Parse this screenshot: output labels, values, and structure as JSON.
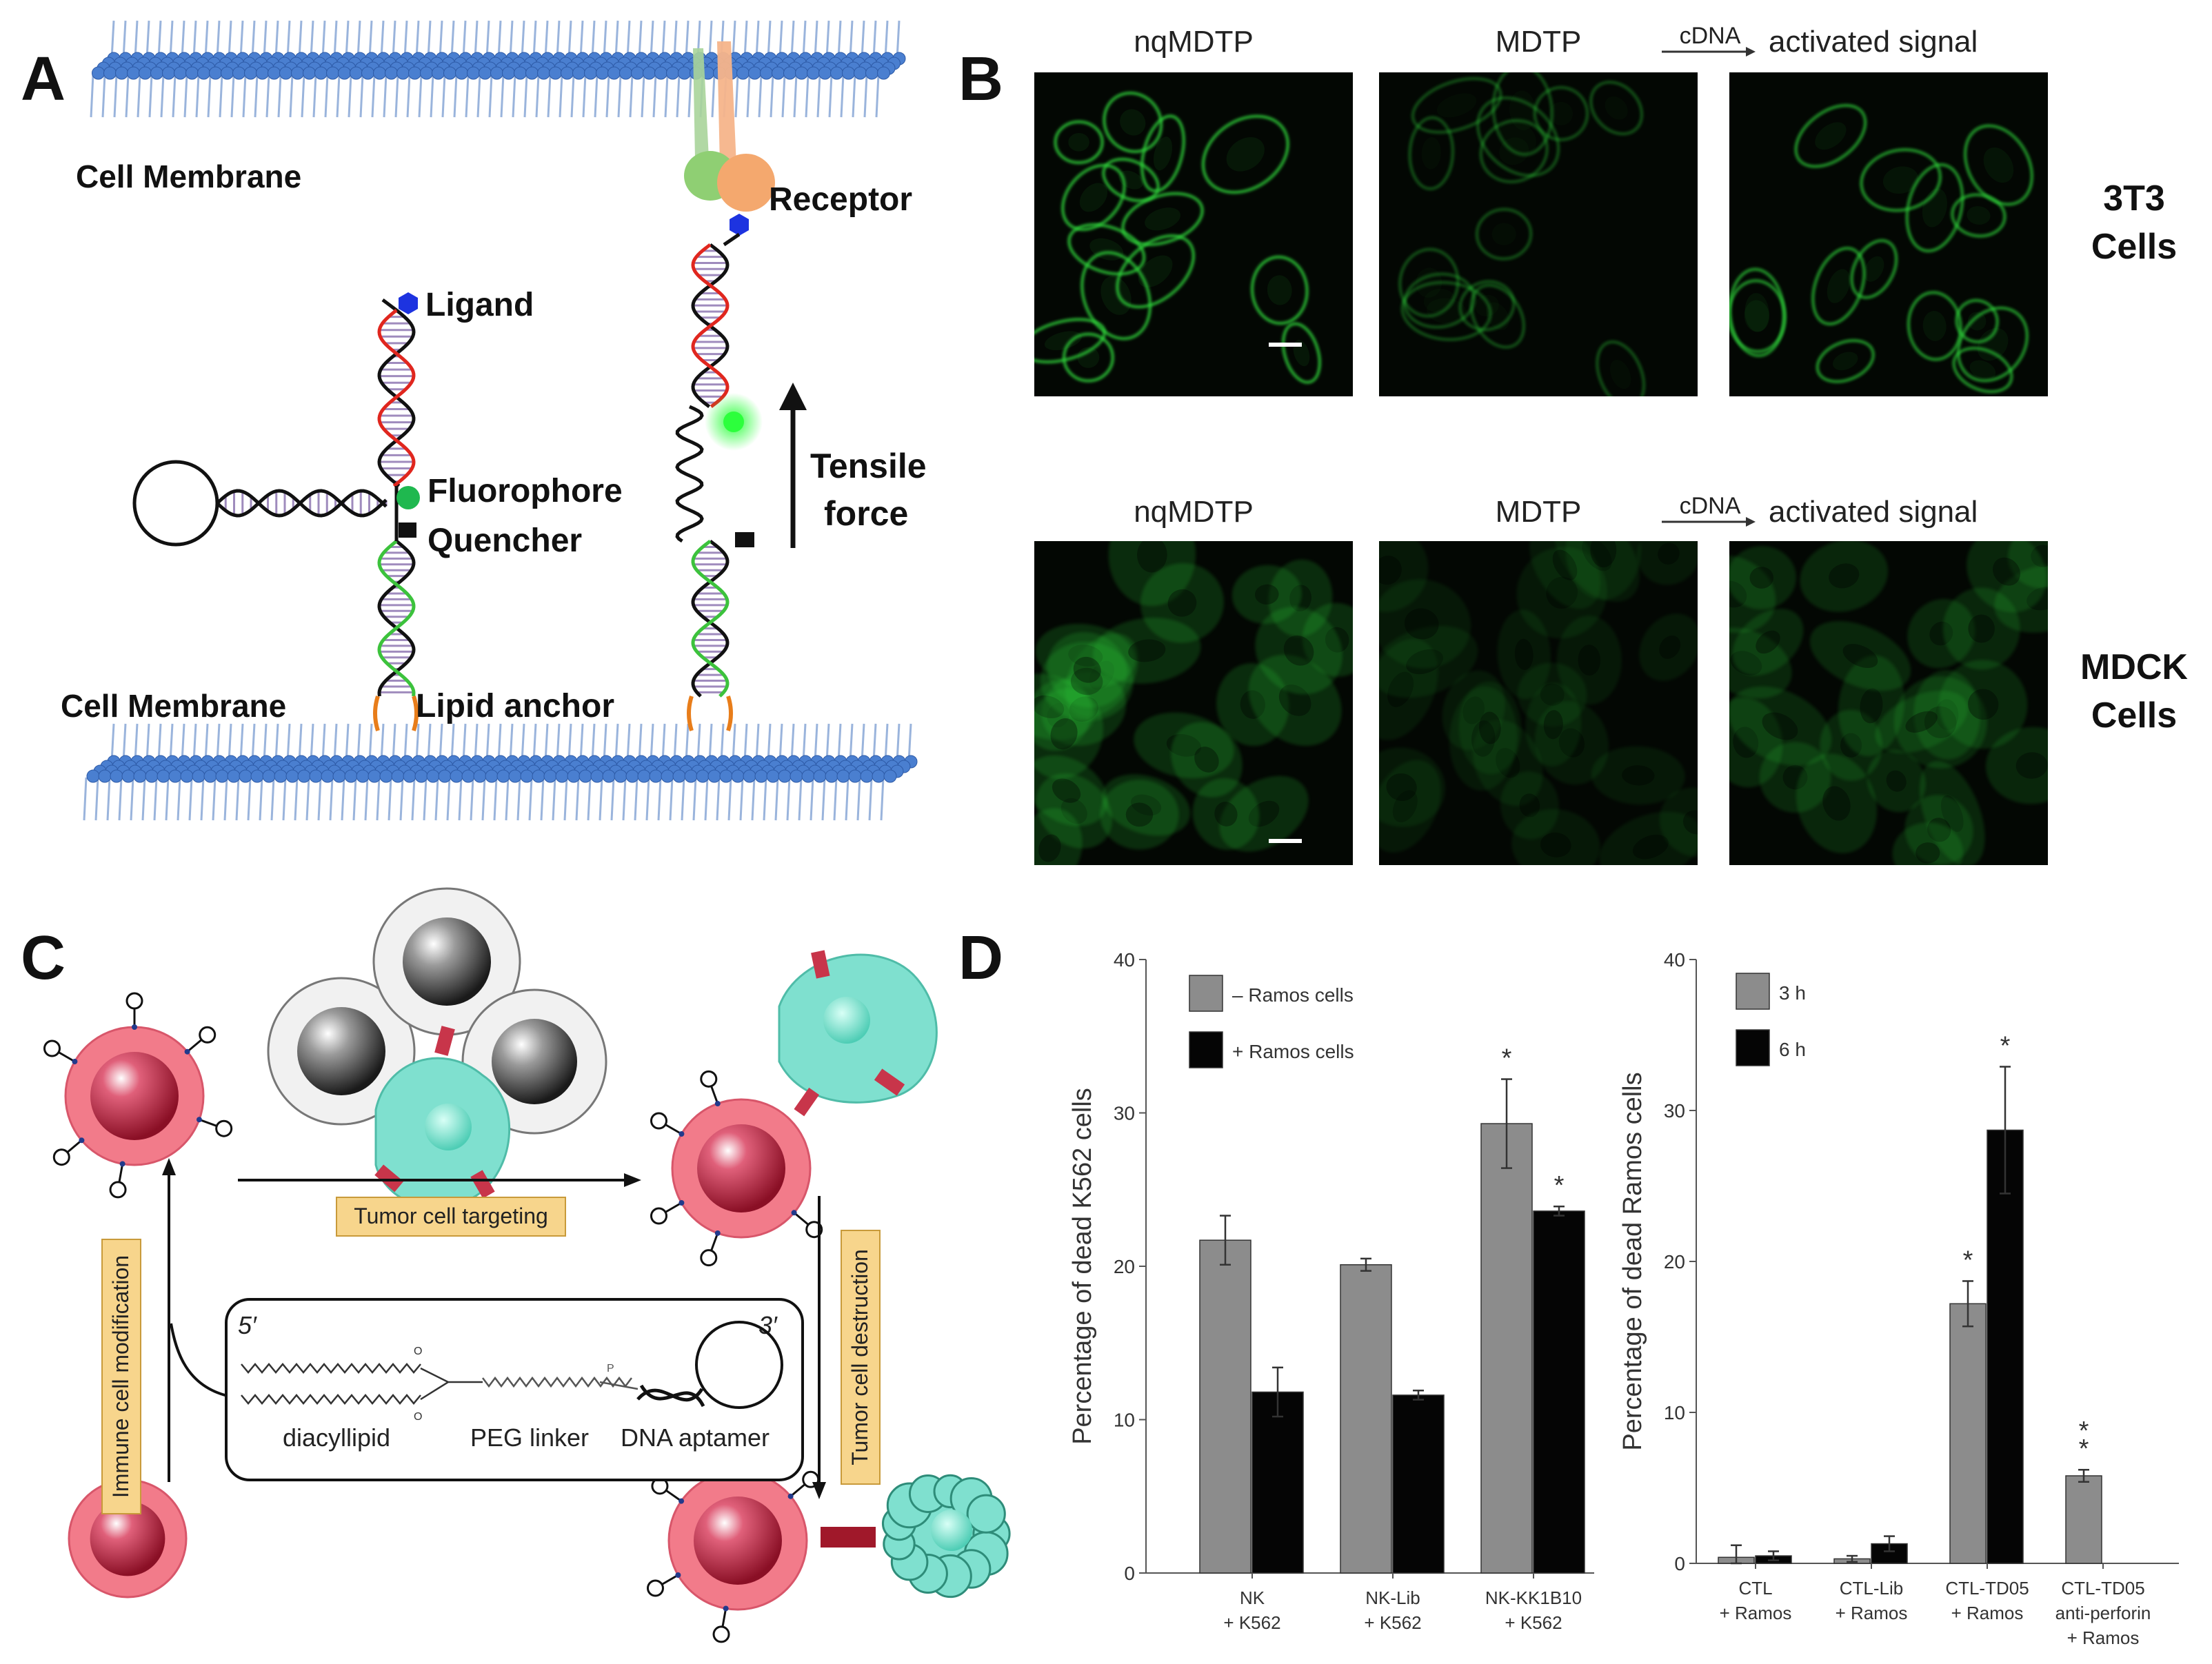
{
  "colors": {
    "membrane_head": "#4a7fd0",
    "membrane_tail": "#9ab4dc",
    "dna_red": "#e0261e",
    "dna_green": "#3cc23c",
    "dna_rungs": "#9f8bbd",
    "ligand": "#1d33e0",
    "fluorophore": "#1fb84f",
    "micro_green": "#2fd33a",
    "immune_cell": "#f27b8a",
    "immune_nucleus": "#c0233d",
    "tumor_cell": "#7fe0cf",
    "gray_cell": "#8a8a8a",
    "bar_gray": "#8c8c8c",
    "bar_black": "#050505",
    "tag_fill": "#f7d58c"
  },
  "panelA": {
    "letter": "A",
    "cell_membrane_top": "Cell Membrane",
    "cell_membrane_bottom": "Cell Membrane",
    "receptor": "Receptor",
    "ligand": "Ligand",
    "fluorophore": "Fluorophore",
    "quencher": "Quencher",
    "tensile": "Tensile",
    "force": "force",
    "lipid_anchor": "Lipid anchor"
  },
  "panelB": {
    "letter": "B",
    "rows": [
      {
        "col1": "nqMDTP",
        "col2": "MDTP",
        "arrow_label": "cDNA",
        "col3": "activated signal",
        "cell_line": "3T3",
        "cells": "Cells"
      },
      {
        "col1": "nqMDTP",
        "col2": "MDTP",
        "arrow_label": "cDNA",
        "col3": "activated signal",
        "cell_line": "MDCK",
        "cells": "Cells"
      }
    ]
  },
  "panelC": {
    "letter": "C",
    "tumor_targeting": "Tumor cell targeting",
    "immune_modification": "Immune cell modification",
    "tumor_destruction": "Tumor cell destruction",
    "five_prime": "5′",
    "three_prime": "3′",
    "diacyllipid": "diacyllipid",
    "peg_linker": "PEG linker",
    "dna_aptamer": "DNA aptamer"
  },
  "panelD": {
    "letter": "D"
  },
  "chart_data": [
    {
      "type": "bar",
      "ylabel": "Percentage of dead K562 cells",
      "ylim": [
        0,
        40
      ],
      "yticks": [
        "0",
        "10",
        "20",
        "30",
        "40"
      ],
      "categories": [
        [
          "NK",
          "+ K562"
        ],
        [
          "NK-Lib",
          "+ K562"
        ],
        [
          "NK-KK1B10",
          "+ K562"
        ]
      ],
      "series": [
        {
          "name": "– Ramos cells",
          "values": [
            21.7,
            20.1,
            29.3
          ],
          "errors": [
            1.6,
            0.4,
            2.9
          ]
        },
        {
          "name": "+ Ramos cells",
          "values": [
            11.8,
            11.6,
            23.6
          ],
          "errors": [
            1.6,
            0.3,
            0.3
          ]
        }
      ],
      "annotations": [
        {
          "category": 2,
          "series": 0,
          "text": "*"
        },
        {
          "category": 2,
          "series": 1,
          "text": "*"
        }
      ],
      "legend": "top-left"
    },
    {
      "type": "bar",
      "ylabel": "Percentage of dead Ramos cells",
      "ylim": [
        0,
        40
      ],
      "yticks": [
        "0",
        "10",
        "20",
        "30",
        "40"
      ],
      "categories": [
        [
          "CTL",
          "+ Ramos"
        ],
        [
          "CTL-Lib",
          "+ Ramos"
        ],
        [
          "CTL-TD05",
          "+ Ramos"
        ],
        [
          "CTL-TD05",
          "anti-perforin",
          "+ Ramos"
        ]
      ],
      "series": [
        {
          "name": "3 h",
          "values": [
            0.4,
            0.3,
            17.2,
            5.8
          ],
          "errors": [
            0.8,
            0.2,
            1.5,
            0.4
          ]
        },
        {
          "name": "6 h",
          "values": [
            0.5,
            1.3,
            28.7,
            0
          ],
          "errors": [
            0.3,
            0.5,
            4.2,
            0
          ]
        }
      ],
      "annotations": [
        {
          "category": 2,
          "series": 0,
          "text": "*"
        },
        {
          "category": 2,
          "series": 1,
          "text": "*"
        },
        {
          "category": 3,
          "series": 0,
          "text": "*"
        },
        {
          "category": 3,
          "series": 0,
          "text": "*"
        }
      ],
      "legend": "top-left"
    }
  ]
}
